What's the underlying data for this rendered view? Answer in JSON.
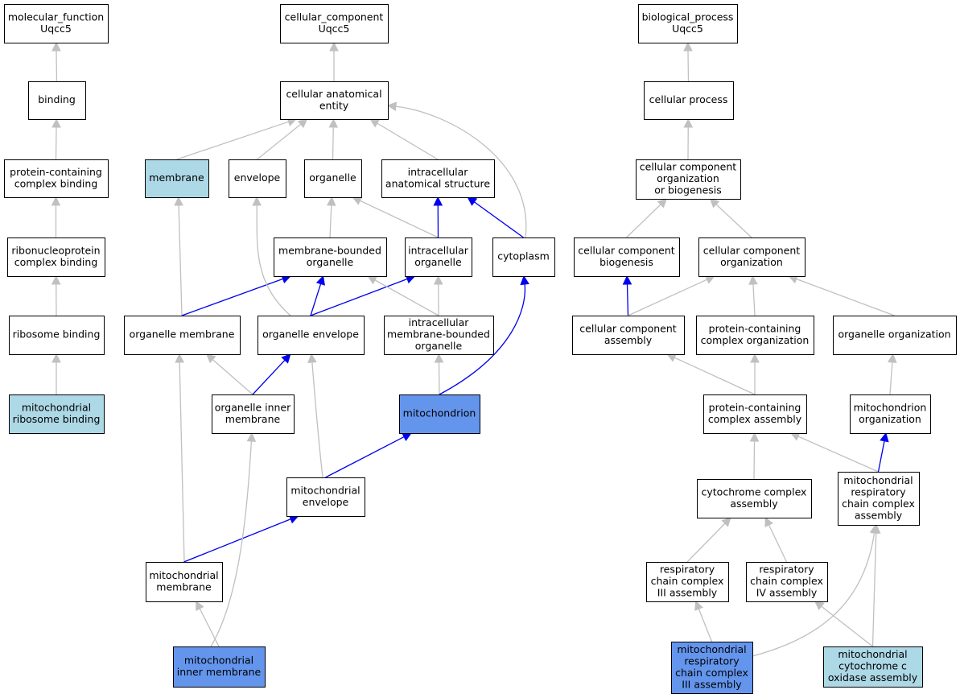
{
  "colors": {
    "plain": "#ffffff",
    "lightblue": "#add8e6",
    "blue": "#6495ed",
    "edge_gray": "#c0c0c0",
    "edge_blue": "#0000ee"
  },
  "nodes": [
    {
      "id": "mf",
      "lines": [
        "molecular_function",
        "Uqcc5"
      ],
      "fill": "plain"
    },
    {
      "id": "binding",
      "lines": [
        "binding"
      ],
      "fill": "plain"
    },
    {
      "id": "pcb",
      "lines": [
        "protein-containing",
        "complex binding"
      ],
      "fill": "plain"
    },
    {
      "id": "rnpcb",
      "lines": [
        "ribonucleoprotein",
        "complex binding"
      ],
      "fill": "plain"
    },
    {
      "id": "ribb",
      "lines": [
        "ribosome binding"
      ],
      "fill": "plain"
    },
    {
      "id": "mitorib",
      "lines": [
        "mitochondrial",
        "ribosome binding"
      ],
      "fill": "lightblue"
    },
    {
      "id": "cc",
      "lines": [
        "cellular_component",
        "Uqcc5"
      ],
      "fill": "plain"
    },
    {
      "id": "cae",
      "lines": [
        "cellular anatomical",
        "entity"
      ],
      "fill": "plain"
    },
    {
      "id": "membrane",
      "lines": [
        "membrane"
      ],
      "fill": "lightblue"
    },
    {
      "id": "envelope",
      "lines": [
        "envelope"
      ],
      "fill": "plain"
    },
    {
      "id": "organelle",
      "lines": [
        "organelle"
      ],
      "fill": "plain"
    },
    {
      "id": "ias",
      "lines": [
        "intracellular",
        "anatomical structure"
      ],
      "fill": "plain"
    },
    {
      "id": "mbo",
      "lines": [
        "membrane-bounded",
        "organelle"
      ],
      "fill": "plain"
    },
    {
      "id": "io",
      "lines": [
        "intracellular",
        "organelle"
      ],
      "fill": "plain"
    },
    {
      "id": "cytoplasm",
      "lines": [
        "cytoplasm"
      ],
      "fill": "plain"
    },
    {
      "id": "om",
      "lines": [
        "organelle membrane"
      ],
      "fill": "plain"
    },
    {
      "id": "oe",
      "lines": [
        "organelle envelope"
      ],
      "fill": "plain"
    },
    {
      "id": "imbo",
      "lines": [
        "intracellular",
        "membrane-bounded",
        "organelle"
      ],
      "fill": "plain"
    },
    {
      "id": "oim",
      "lines": [
        "organelle inner",
        "membrane"
      ],
      "fill": "plain"
    },
    {
      "id": "mito",
      "lines": [
        "mitochondrion"
      ],
      "fill": "blue"
    },
    {
      "id": "me",
      "lines": [
        "mitochondrial",
        "envelope"
      ],
      "fill": "plain"
    },
    {
      "id": "mm",
      "lines": [
        "mitochondrial",
        "membrane"
      ],
      "fill": "plain"
    },
    {
      "id": "mim",
      "lines": [
        "mitochondrial",
        "inner membrane"
      ],
      "fill": "blue"
    },
    {
      "id": "bp",
      "lines": [
        "biological_process",
        "Uqcc5"
      ],
      "fill": "plain"
    },
    {
      "id": "cp",
      "lines": [
        "cellular process"
      ],
      "fill": "plain"
    },
    {
      "id": "ccob",
      "lines": [
        "cellular component",
        "organization",
        "or biogenesis"
      ],
      "fill": "plain"
    },
    {
      "id": "ccb",
      "lines": [
        "cellular component",
        "biogenesis"
      ],
      "fill": "plain"
    },
    {
      "id": "cco",
      "lines": [
        "cellular component",
        "organization"
      ],
      "fill": "plain"
    },
    {
      "id": "cca",
      "lines": [
        "cellular component",
        "assembly"
      ],
      "fill": "plain"
    },
    {
      "id": "pcco",
      "lines": [
        "protein-containing",
        "complex organization"
      ],
      "fill": "plain"
    },
    {
      "id": "oo",
      "lines": [
        "organelle organization"
      ],
      "fill": "plain"
    },
    {
      "id": "pcca",
      "lines": [
        "protein-containing",
        "complex assembly"
      ],
      "fill": "plain"
    },
    {
      "id": "mo",
      "lines": [
        "mitochondrion",
        "organization"
      ],
      "fill": "plain"
    },
    {
      "id": "cyca",
      "lines": [
        "cytochrome complex",
        "assembly"
      ],
      "fill": "plain"
    },
    {
      "id": "mrcca",
      "lines": [
        "mitochondrial",
        "respiratory",
        "chain complex",
        "assembly"
      ],
      "fill": "plain"
    },
    {
      "id": "rc3",
      "lines": [
        "respiratory",
        "chain complex",
        "III assembly"
      ],
      "fill": "plain"
    },
    {
      "id": "rc4",
      "lines": [
        "respiratory",
        "chain complex",
        "IV assembly"
      ],
      "fill": "plain"
    },
    {
      "id": "mrcc3",
      "lines": [
        "mitochondrial",
        "respiratory",
        "chain complex",
        "III assembly"
      ],
      "fill": "blue"
    },
    {
      "id": "mcco",
      "lines": [
        "mitochondrial",
        "cytochrome c",
        "oxidase assembly"
      ],
      "fill": "lightblue"
    }
  ],
  "edges": [
    {
      "from": "binding",
      "to": "mf",
      "color": "gray"
    },
    {
      "from": "pcb",
      "to": "binding",
      "color": "gray"
    },
    {
      "from": "rnpcb",
      "to": "pcb",
      "color": "gray"
    },
    {
      "from": "ribb",
      "to": "rnpcb",
      "color": "gray"
    },
    {
      "from": "mitorib",
      "to": "ribb",
      "color": "gray"
    },
    {
      "from": "cae",
      "to": "cc",
      "color": "gray"
    },
    {
      "from": "membrane",
      "to": "cae",
      "color": "gray"
    },
    {
      "from": "envelope",
      "to": "cae",
      "color": "gray"
    },
    {
      "from": "organelle",
      "to": "cae",
      "color": "gray"
    },
    {
      "from": "ias",
      "to": "cae",
      "color": "gray"
    },
    {
      "from": "cytoplasm",
      "to": "cae",
      "color": "gray"
    },
    {
      "from": "mbo",
      "to": "organelle",
      "color": "gray"
    },
    {
      "from": "io",
      "to": "organelle",
      "color": "gray"
    },
    {
      "from": "io",
      "to": "ias",
      "color": "blue"
    },
    {
      "from": "cytoplasm",
      "to": "ias",
      "color": "blue"
    },
    {
      "from": "om",
      "to": "membrane",
      "color": "gray"
    },
    {
      "from": "om",
      "to": "mbo",
      "color": "blue"
    },
    {
      "from": "oe",
      "to": "envelope",
      "color": "gray"
    },
    {
      "from": "oe",
      "to": "mbo",
      "color": "blue"
    },
    {
      "from": "oe",
      "to": "io",
      "color": "blue"
    },
    {
      "from": "imbo",
      "to": "mbo",
      "color": "gray"
    },
    {
      "from": "imbo",
      "to": "io",
      "color": "gray"
    },
    {
      "from": "oim",
      "to": "om",
      "color": "gray"
    },
    {
      "from": "oim",
      "to": "oe",
      "color": "blue"
    },
    {
      "from": "mito",
      "to": "imbo",
      "color": "gray"
    },
    {
      "from": "mito",
      "to": "cytoplasm",
      "color": "blue"
    },
    {
      "from": "me",
      "to": "oe",
      "color": "gray"
    },
    {
      "from": "me",
      "to": "mito",
      "color": "blue"
    },
    {
      "from": "mm",
      "to": "om",
      "color": "gray"
    },
    {
      "from": "mm",
      "to": "me",
      "color": "blue"
    },
    {
      "from": "mim",
      "to": "mm",
      "color": "gray"
    },
    {
      "from": "mim",
      "to": "oim",
      "color": "gray"
    },
    {
      "from": "cp",
      "to": "bp",
      "color": "gray"
    },
    {
      "from": "ccob",
      "to": "cp",
      "color": "gray"
    },
    {
      "from": "ccb",
      "to": "ccob",
      "color": "gray"
    },
    {
      "from": "cco",
      "to": "ccob",
      "color": "gray"
    },
    {
      "from": "cca",
      "to": "ccb",
      "color": "blue"
    },
    {
      "from": "cca",
      "to": "cco",
      "color": "gray"
    },
    {
      "from": "pcco",
      "to": "cco",
      "color": "gray"
    },
    {
      "from": "oo",
      "to": "cco",
      "color": "gray"
    },
    {
      "from": "pcca",
      "to": "cca",
      "color": "gray"
    },
    {
      "from": "pcca",
      "to": "pcco",
      "color": "gray"
    },
    {
      "from": "mo",
      "to": "oo",
      "color": "gray"
    },
    {
      "from": "cyca",
      "to": "pcca",
      "color": "gray"
    },
    {
      "from": "mrcca",
      "to": "pcca",
      "color": "gray"
    },
    {
      "from": "mrcca",
      "to": "mo",
      "color": "blue"
    },
    {
      "from": "rc3",
      "to": "cyca",
      "color": "gray"
    },
    {
      "from": "rc4",
      "to": "cyca",
      "color": "gray"
    },
    {
      "from": "mrcc3",
      "to": "rc3",
      "color": "gray"
    },
    {
      "from": "mrcc3",
      "to": "mrcca",
      "color": "gray"
    },
    {
      "from": "mcco",
      "to": "rc4",
      "color": "gray"
    },
    {
      "from": "mcco",
      "to": "mrcca",
      "color": "gray"
    }
  ]
}
